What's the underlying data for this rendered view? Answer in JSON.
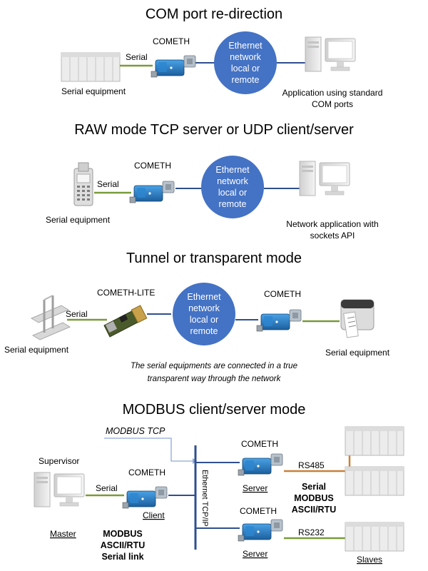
{
  "sections": [
    {
      "title": "COM port re-direction",
      "device_label": "COMETH",
      "link_label": "Serial",
      "cloud_lines": [
        "Ethernet",
        "network",
        "local or",
        "remote"
      ],
      "left_caption": "Serial equipment",
      "right_caption_lines": [
        "Application using standard",
        "COM ports"
      ]
    },
    {
      "title": "RAW mode TCP server or UDP client/server",
      "device_label": "COMETH",
      "link_label": "Serial",
      "cloud_lines": [
        "Ethernet",
        "network",
        "local or",
        "remote"
      ],
      "left_caption": "Serial equipment",
      "right_caption_lines": [
        "Network application with",
        "sockets API"
      ]
    },
    {
      "title": "Tunnel or transparent mode",
      "left_device_label": "COMETH-LITE",
      "right_device_label": "COMETH",
      "link_label": "Serial",
      "cloud_lines": [
        "Ethernet",
        "network",
        "local or",
        "remote"
      ],
      "left_caption": "Serial equipment",
      "right_caption": "Serial equipment",
      "note_lines": [
        "The serial equipments are connected in a true",
        "transparent way through the network"
      ]
    },
    {
      "title": "MODBUS client/server mode",
      "modbus_tcp": "MODBUS TCP",
      "supervisor": "Supervisor",
      "client_device_label": "COMETH",
      "client_role": "Client",
      "master": "Master",
      "link_label": "Serial",
      "bus_label": "Ethernet TCP/IP",
      "server1_device_label": "COMETH",
      "server1_role": "Server",
      "server1_link": "RS485",
      "server2_device_label": "COMETH",
      "server2_role": "Server",
      "server2_link": "RS232",
      "serial_modbus_lines": [
        "Serial",
        "MODBUS",
        "ASCII/RTU"
      ],
      "client_modbus_lines": [
        "MODBUS",
        "ASCII/RTU",
        "Serial link"
      ],
      "slaves": "Slaves"
    }
  ],
  "colors": {
    "cloud": "#4472c4",
    "ethernet_line": "#2f4f8f",
    "serial_line": "#7a9a3a",
    "rs485_line": "#c8803a",
    "device_body": "#2a7fc9",
    "device_plug": "#b7c2cc",
    "equipment": "#e6e6e6"
  }
}
